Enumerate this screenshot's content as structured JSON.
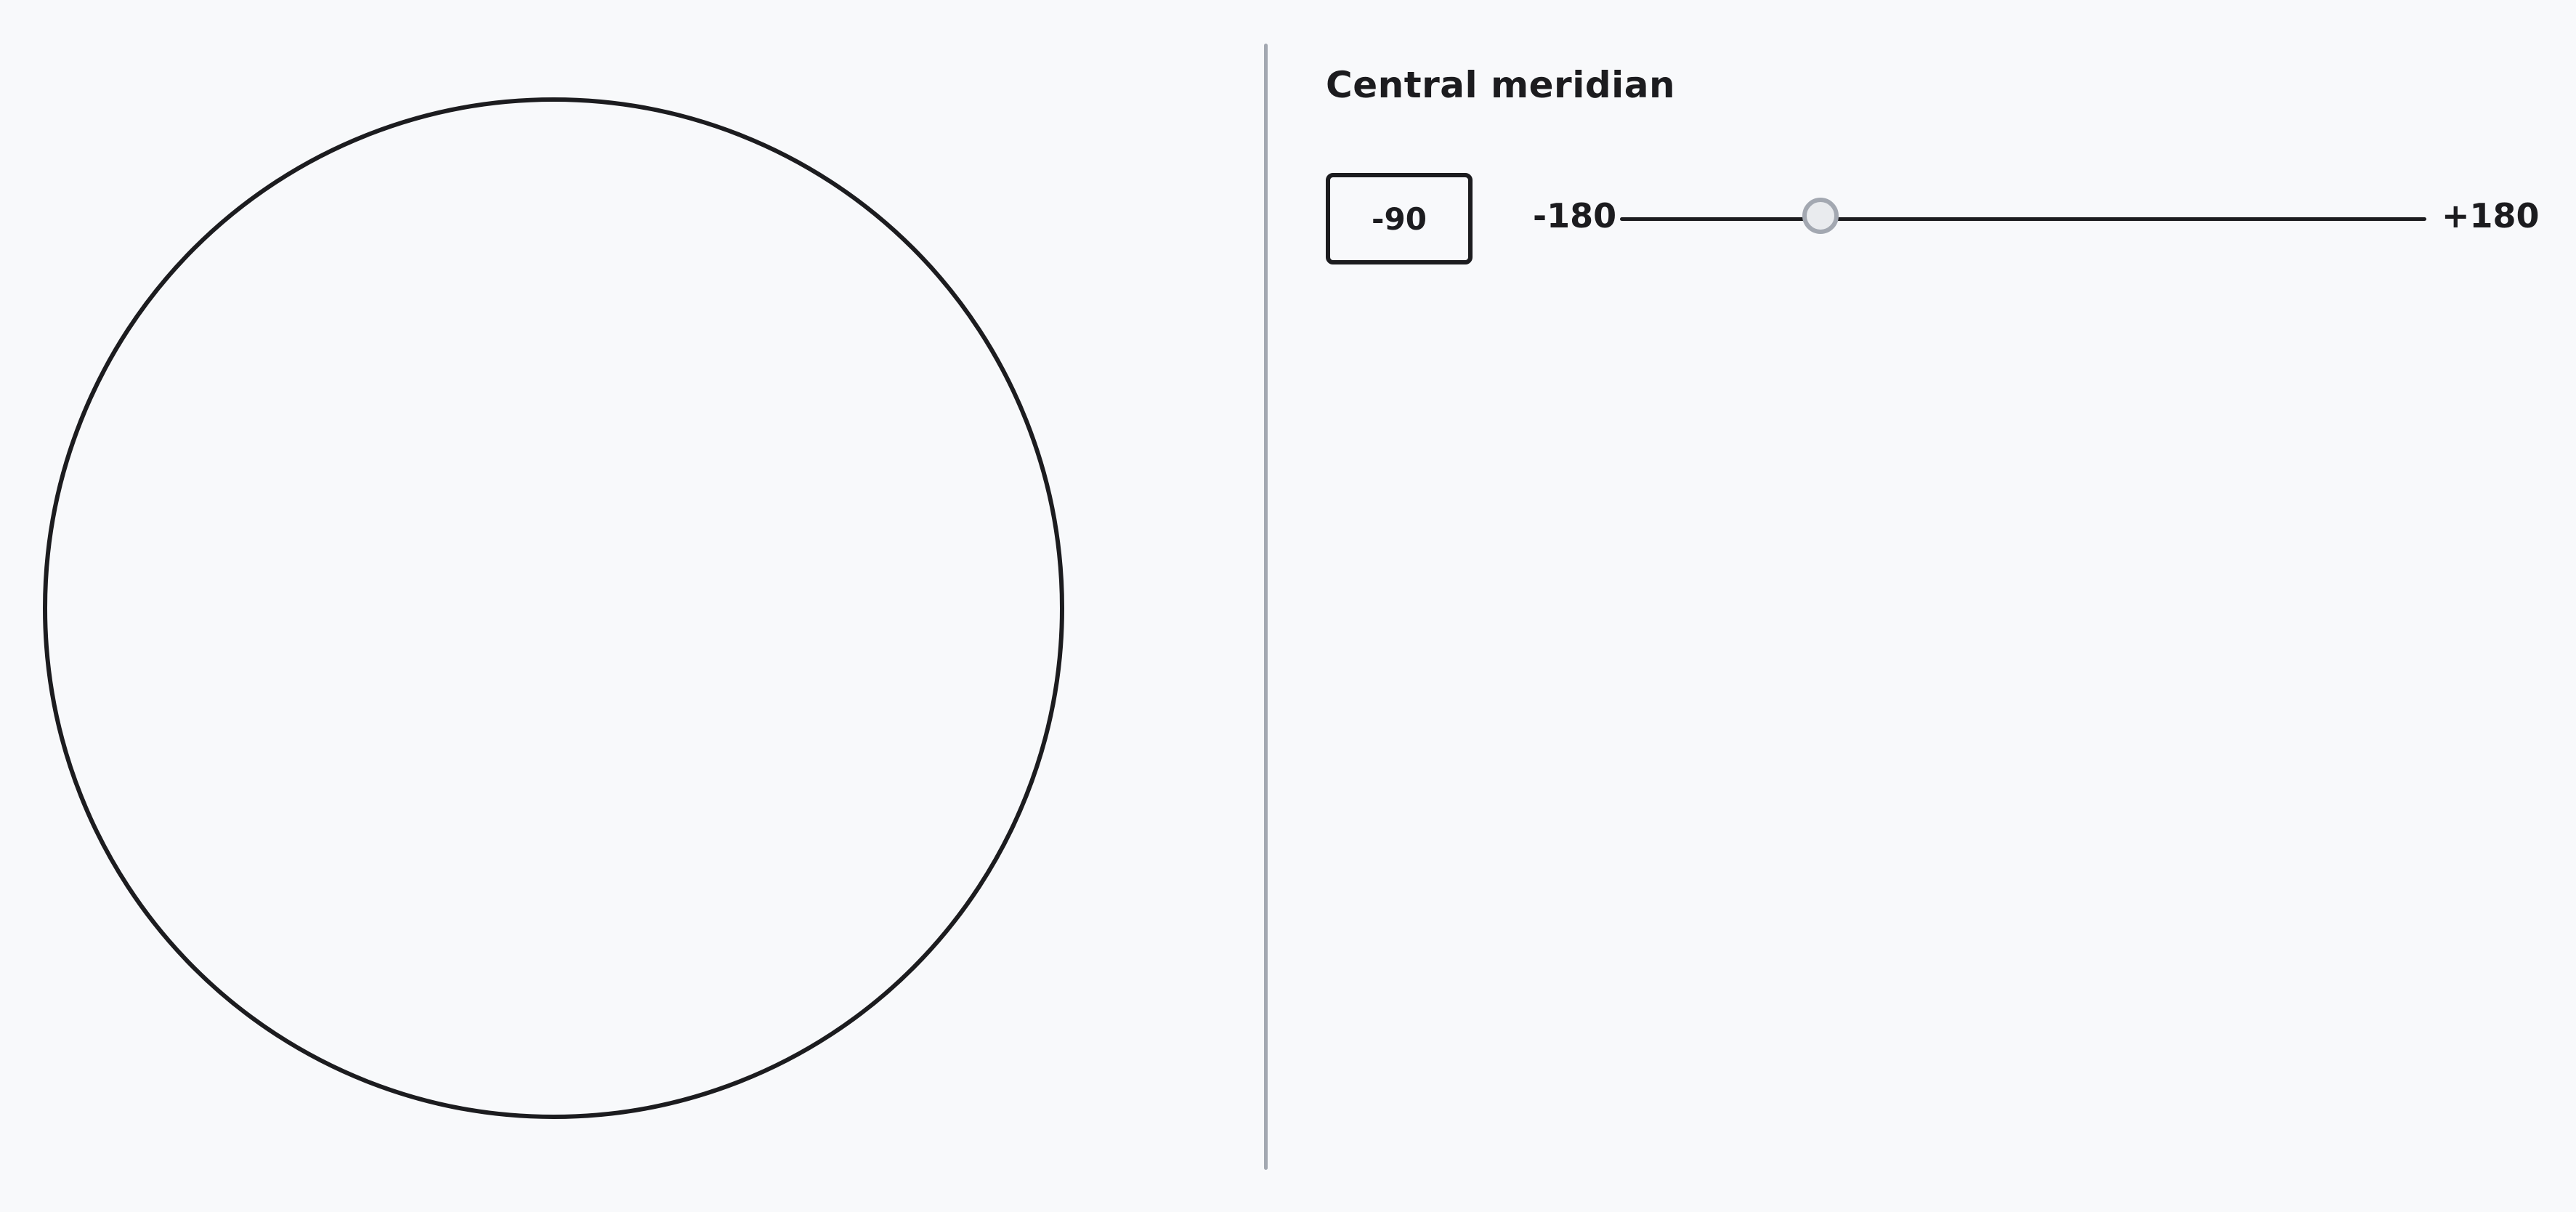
{
  "map": {
    "projection_outline": "sphere"
  },
  "controls": {
    "central_meridian": {
      "label": "Central meridian",
      "value": "-90",
      "numeric_value": -90,
      "min_label": "-180",
      "max_label": "+180",
      "min": -180,
      "max": 180
    }
  },
  "colors": {
    "background": "#f8f9fb",
    "ink": "#1c1c1f",
    "divider": "#a3a8b1",
    "thumb_fill": "#e9ebee",
    "thumb_border": "#a3a8b1"
  }
}
